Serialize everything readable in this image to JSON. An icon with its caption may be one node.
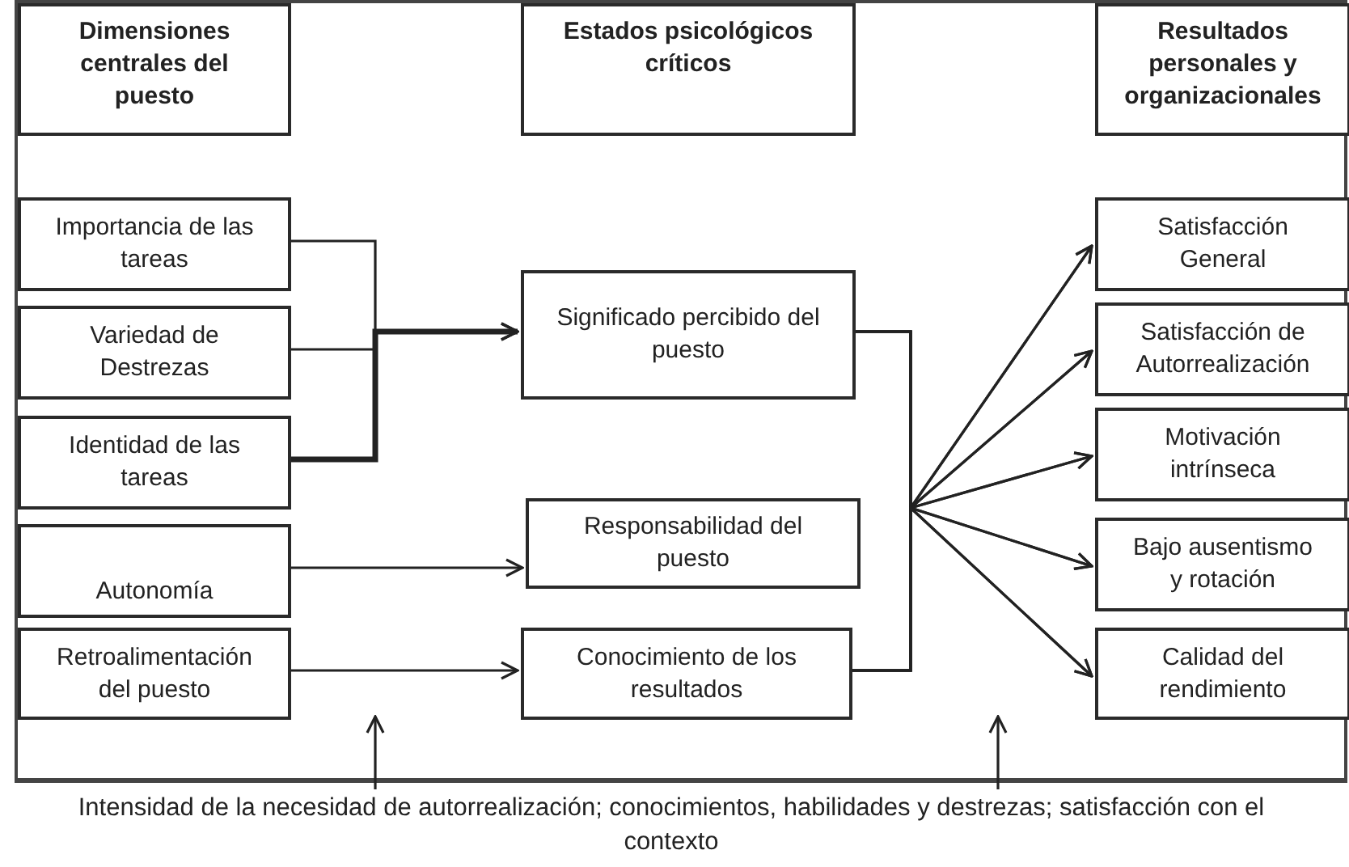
{
  "diagram": {
    "nodes": [
      {
        "text": [],
        "shape": "box"
      },
      {
        "text": [
          "Dimensiones centrales del puesto"
        ],
        "in": 0
      },
      {
        "text": [
          "Estados psicológicos críticos"
        ],
        "in": 0
      },
      {
        "text": [
          "Resultados personales y organizacionales"
        ],
        "in": 0
      },
      {
        "text": [
          "Importancia de las tareas"
        ],
        "in": 0
      },
      {
        "text": [
          "Variedad de Destrezas"
        ],
        "in": 0
      },
      {
        "text": [
          "Identidad de las tareas"
        ],
        "in": 0
      },
      {
        "text": [
          "Autonomía"
        ],
        "in": 0
      },
      {
        "text": [
          "Retroalimentación del puesto"
        ],
        "in": 0
      },
      {
        "text": [
          "Significado percibido del puesto"
        ],
        "in": 0
      },
      {
        "text": [
          "Responsabilidad del puesto"
        ],
        "in": 0
      },
      {
        "text": [
          "Conocimiento de los resultados"
        ],
        "in": 0
      },
      {
        "text": [
          "Satisfacción General"
        ],
        "in": 0
      },
      {
        "text": [
          "Satisfacción de Autorrealización"
        ],
        "in": 0
      },
      {
        "text": [
          "Motivación intrínseca"
        ],
        "in": 0
      },
      {
        "text": [
          "Bajo ausentismo y rotación"
        ],
        "in": 0
      },
      {
        "text": [
          "Calidad del rendimiento"
        ],
        "in": 0
      },
      {
        "text": [
          "Intensidad de la necesidad de autorrealización; conocimientos, habilidades y destrezas; satisfacción con el contexto"
        ]
      }
    ],
    "edges": [
      {
        "from": 4,
        "to": 9,
        "arrow": "to"
      },
      {
        "from": 5,
        "to": 9,
        "arrow": "to"
      },
      {
        "from": 6,
        "to": 9,
        "arrow": "to",
        "style": "thick"
      },
      {
        "from": 7,
        "to": 10,
        "arrow": "to"
      },
      {
        "from": 8,
        "to": 11,
        "arrow": "to"
      },
      {
        "from": 9,
        "to": 12,
        "arrow": "to"
      },
      {
        "from": 9,
        "to": 13,
        "arrow": "to"
      },
      {
        "from": 9,
        "to": 14,
        "arrow": "to"
      },
      {
        "from": 9,
        "to": 15,
        "arrow": "to"
      },
      {
        "from": 9,
        "to": 16,
        "arrow": "to"
      },
      {
        "from": 11,
        "to": 12,
        "arrow": "to"
      },
      {
        "from": 11,
        "to": 13,
        "arrow": "to"
      },
      {
        "from": 11,
        "to": 14,
        "arrow": "to"
      },
      {
        "from": 11,
        "to": 15,
        "arrow": "to"
      },
      {
        "from": 11,
        "to": 16,
        "arrow": "to"
      },
      {
        "from": 17,
        "to": null,
        "arrow": "to"
      },
      {
        "from": 17,
        "to": null,
        "arrow": "to"
      }
    ]
  }
}
